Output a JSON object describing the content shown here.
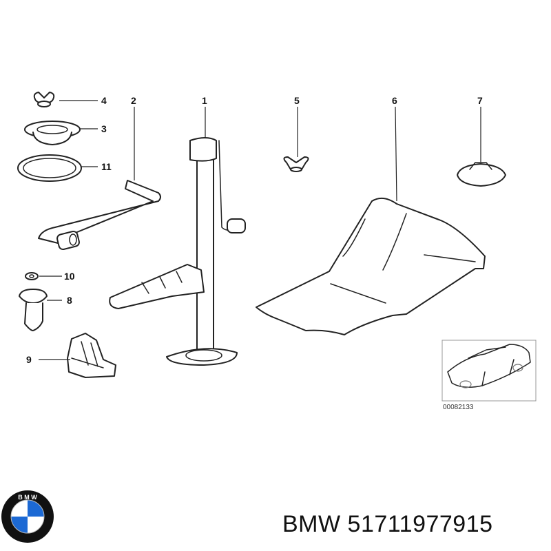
{
  "callouts": {
    "c1": "1",
    "c2": "2",
    "c3": "3",
    "c4": "4",
    "c5": "5",
    "c6": "6",
    "c7": "7",
    "c8": "8",
    "c9": "9",
    "c10": "10",
    "c11": "11"
  },
  "reference_code": "00082133",
  "caption": {
    "brand": "BMW",
    "part_number": "51711977915"
  },
  "logo": {
    "lettering": "BMW",
    "colors": {
      "blue": "#1c69d4",
      "ring": "#111111",
      "white": "#ffffff"
    }
  }
}
